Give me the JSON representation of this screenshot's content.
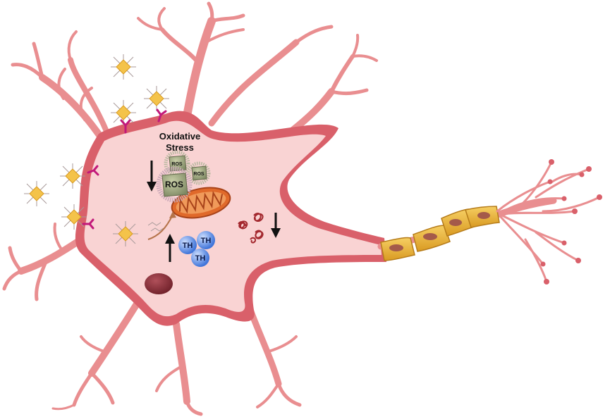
{
  "labels": {
    "oxidative_line1": "Oxidative",
    "oxidative_line2": "Stress",
    "ros_big": "ROS",
    "ros_small_1": "ROS",
    "ros_small_2": "ROS",
    "th_1": "TH",
    "th_2": "TH",
    "th_3": "TH"
  },
  "colors": {
    "membrane": "#d9606a",
    "cytoplasm": "#f9d3d3",
    "dendrite": "#e98e90",
    "myelin": "#e7b43a",
    "nucleus": "#8a2d36",
    "th_sphere": "#4f86e8",
    "arrow": "#111111",
    "receptor": "#c2187a",
    "mitochondrion": "#e0692a"
  },
  "arrows": [
    {
      "name": "oxidative-stress-down-arrow",
      "direction": "down"
    },
    {
      "name": "th-up-arrow",
      "direction": "up"
    },
    {
      "name": "protein-aggregate-down-arrow",
      "direction": "down"
    }
  ]
}
